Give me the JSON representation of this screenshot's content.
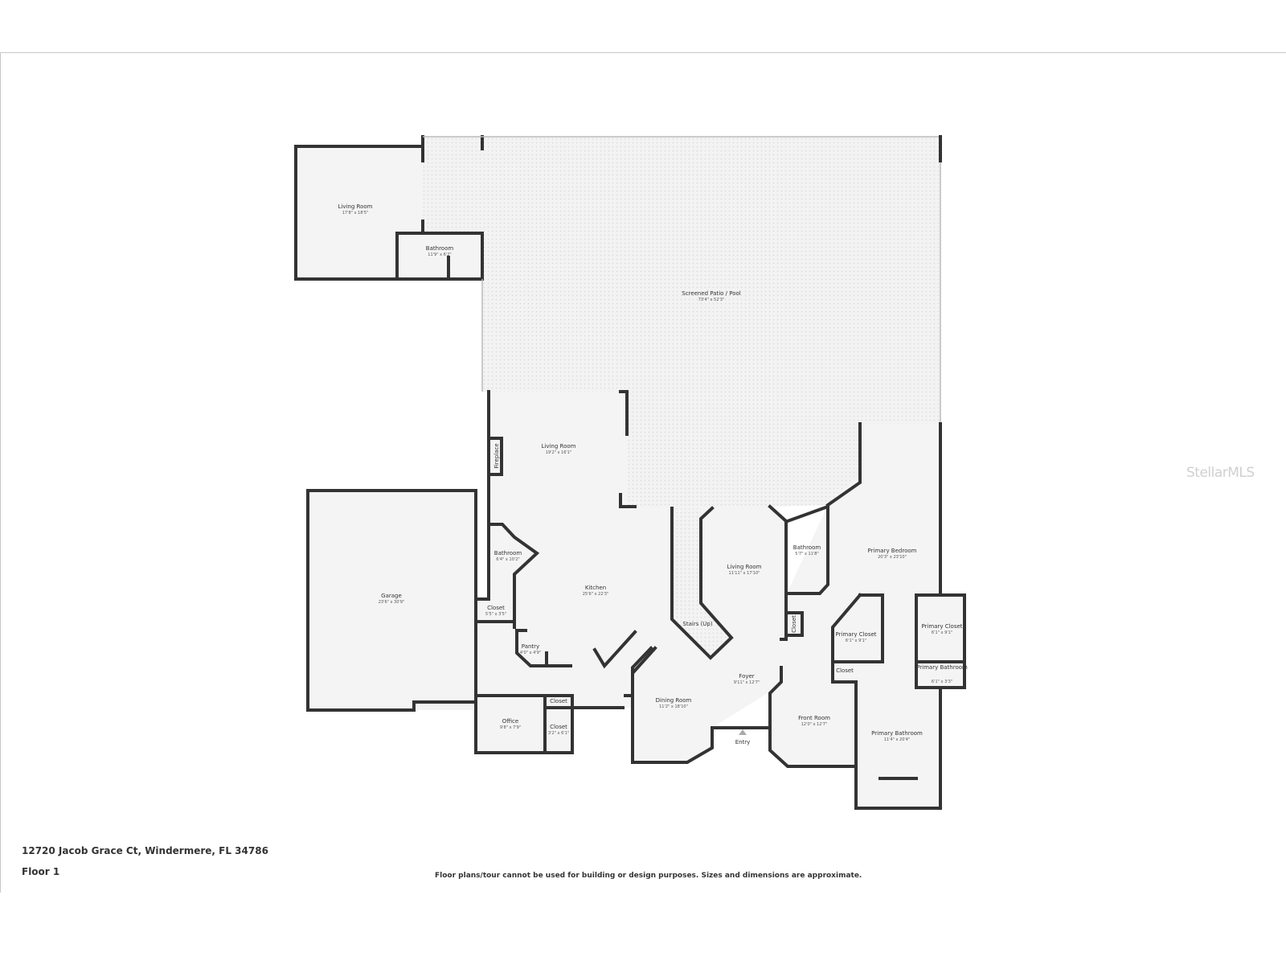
{
  "floorplan": {
    "rooms": [
      {
        "name": "Living Room",
        "dims": "17'8\" x 18'5\""
      },
      {
        "name": "Bathroom",
        "dims": "11'9\" x 6'2\""
      },
      {
        "name": "Screened Patio / Pool",
        "dims": "73'4\" x 52'3\""
      },
      {
        "name": "Living Room",
        "dims": "19'2\" x 16'1\""
      },
      {
        "name": "Fireplace",
        "dims": ""
      },
      {
        "name": "Bathroom",
        "dims": "6'4\" x 10'2\""
      },
      {
        "name": "Kitchen",
        "dims": "25'6\" x 22'3\""
      },
      {
        "name": "Closet",
        "dims": "5'5\" x 3'5\""
      },
      {
        "name": "Pantry",
        "dims": "4'0\" x 4'9\""
      },
      {
        "name": "Garage",
        "dims": "23'6\" x 30'9\""
      },
      {
        "name": "Stairs (Up)",
        "dims": ""
      },
      {
        "name": "Living Room",
        "dims": "11'11\" x 17'10\""
      },
      {
        "name": "Bathroom",
        "dims": "5'7\" x 11'8\""
      },
      {
        "name": "Closet",
        "dims": ""
      },
      {
        "name": "Primary Bedroom",
        "dims": "20'3\" x 23'10\""
      },
      {
        "name": "Primary Closet",
        "dims": "6'1\" x 9'1\""
      },
      {
        "name": "Primary Closet",
        "dims": "6'1\" x 9'1\""
      },
      {
        "name": "Primary Bathroom",
        "dims": "6'1\" x 3'3\""
      },
      {
        "name": "Closet",
        "dims": ""
      },
      {
        "name": "Foyer",
        "dims": "9'11\" x 12'7\""
      },
      {
        "name": "Dining Room",
        "dims": "11'2\" x 18'10\""
      },
      {
        "name": "Front Room",
        "dims": "12'0\" x 12'7\""
      },
      {
        "name": "Primary Bathroom",
        "dims": "11'4\" x 20'4\""
      },
      {
        "name": "Office",
        "dims": "9'8\" x 7'9\""
      },
      {
        "name": "Closet",
        "dims": ""
      },
      {
        "name": "Closet",
        "dims": "3'2\" x 6'1\""
      },
      {
        "name": "Entry",
        "dims": ""
      }
    ],
    "watermark": "StellarMLS"
  },
  "footer": {
    "address": "12720 Jacob Grace Ct, Windermere, FL 34786",
    "floor": "Floor 1",
    "disclaimer": "Floor plans/tour cannot be used for building or design purposes. Sizes and dimensions are approximate."
  }
}
